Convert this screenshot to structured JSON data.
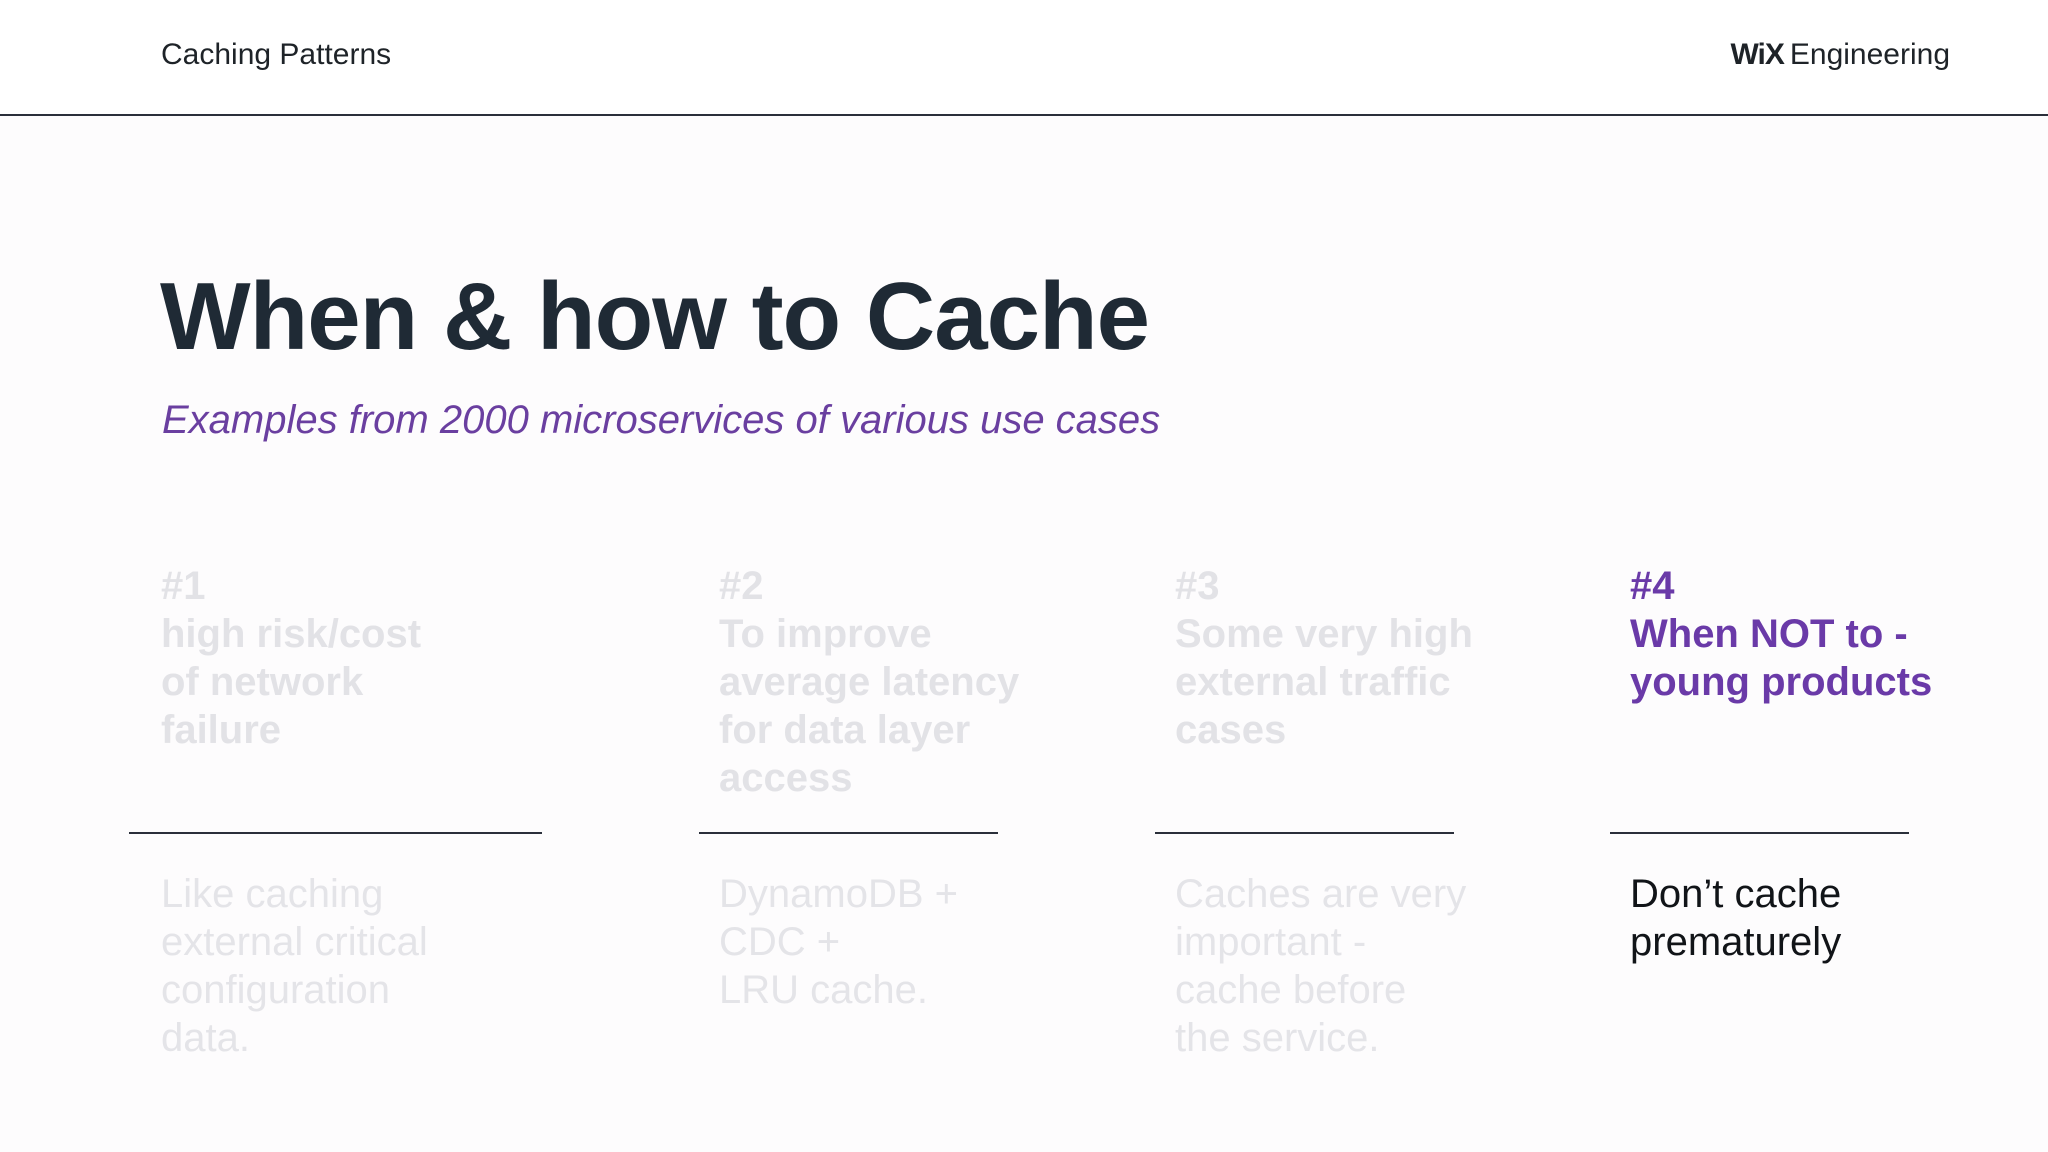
{
  "header": {
    "deck_title": "Caching Patterns",
    "brand_logo": "WiX",
    "brand_name": "Engineering"
  },
  "slide": {
    "title": "When & how to Cache",
    "subtitle": "Examples from 2000 microservices of various use cases"
  },
  "columns": [
    {
      "number": "#1",
      "heading": "high risk/cost\nof network\nfailure",
      "body": "Like caching\nexternal critical\nconfiguration\ndata."
    },
    {
      "number": "#2",
      "heading": "To improve\naverage latency\nfor data layer\naccess",
      "body": "DynamoDB +\nCDC +\nLRU cache."
    },
    {
      "number": "#3",
      "heading": "Some very high\nexternal traffic\ncases",
      "body": "Caches are very\nimportant -\ncache before\nthe service."
    },
    {
      "number": "#4",
      "heading": "When NOT to -\nyoung products",
      "body": "Don’t cache\nprematurely"
    }
  ],
  "colors": {
    "accent": "#6a3aa8",
    "title": "#1f2a35",
    "faded_text": "#e2e2e6",
    "rule": "#2a2f3a"
  }
}
